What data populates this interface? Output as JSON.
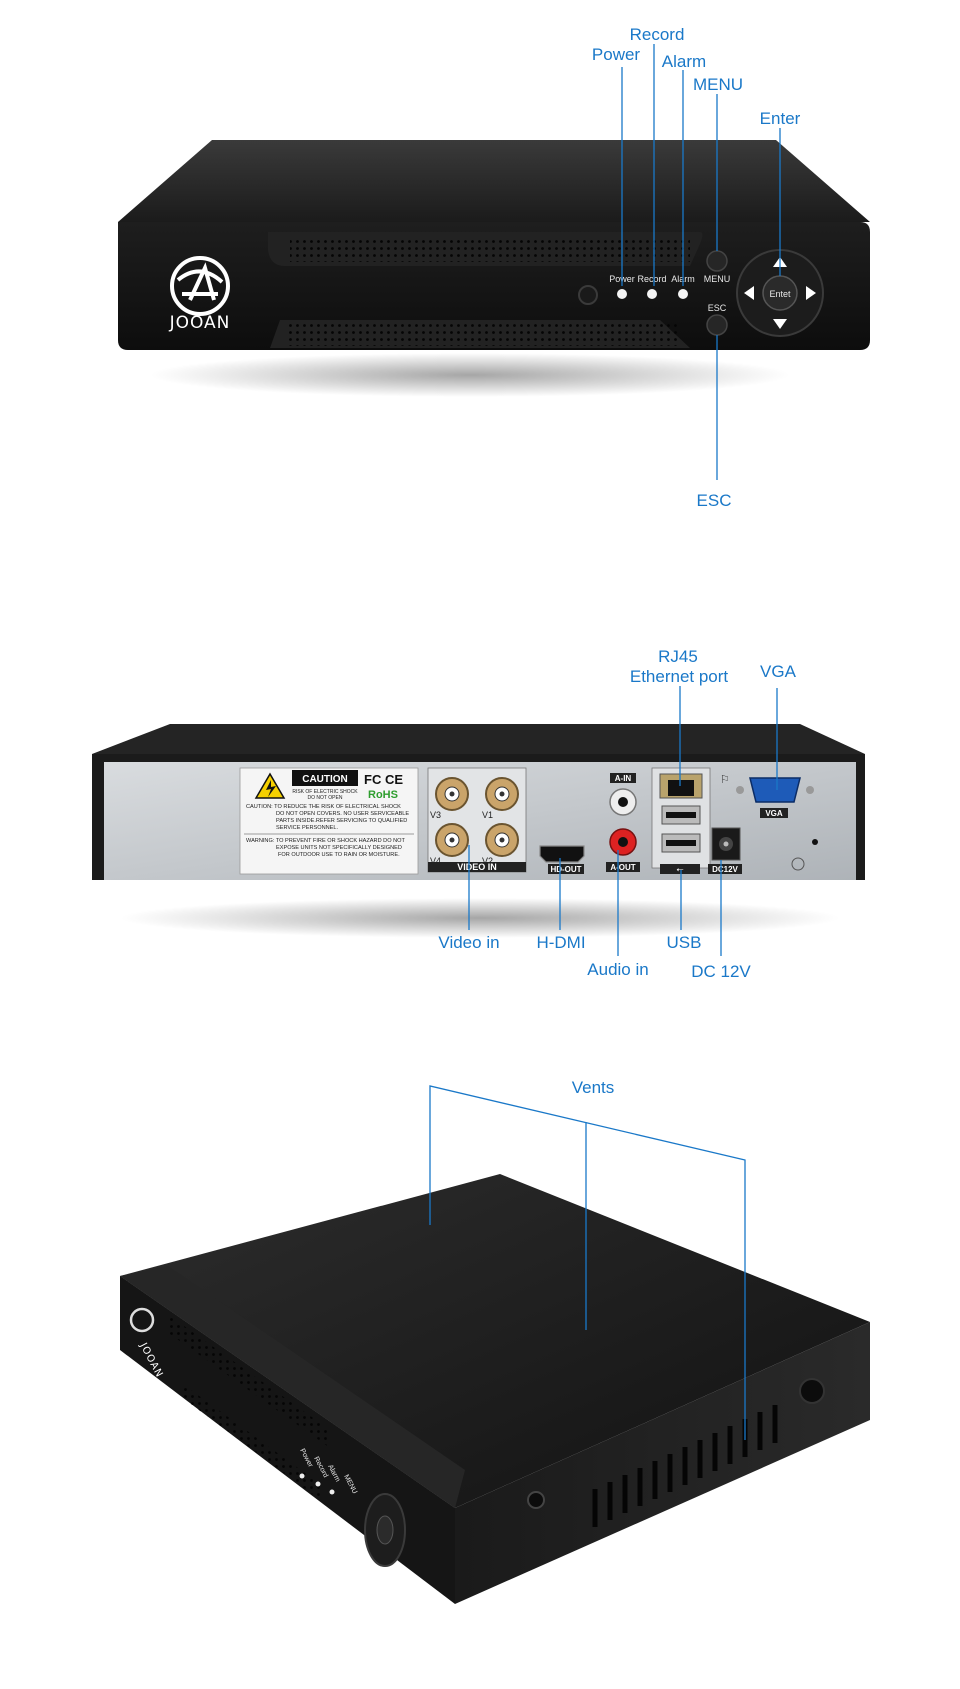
{
  "brand": {
    "logo_text": "JOOAN"
  },
  "front_view": {
    "panel_labels": {
      "power": "Power",
      "record": "Record",
      "alarm": "Alarm",
      "menu": "MENU",
      "esc": "ESC",
      "enter": "Entet"
    },
    "callouts": {
      "record": "Record",
      "power": "Power",
      "alarm": "Alarm",
      "menu": "MENU",
      "enter": "Enter",
      "esc": "ESC"
    }
  },
  "rear_view": {
    "caution_label": {
      "heading": "CAUTION",
      "sub1": "RISK OF ELECTRIC SHOCK",
      "sub2": "DO NOT OPEN",
      "fcc": "FC",
      "ce": "CE",
      "rohs": "RoHS",
      "line1": "CAUTION: TO REDUCE THE RISK OF ELECTRICAL SHOCK",
      "line2": "DO NOT OPEN COVERS. NO USER SERVICEABLE",
      "line3": "PARTS INSIDE.REFER SERVICING TO QUALIFIED",
      "line4": "SERVICE PERSONNEL.",
      "line5": "WARNING: TO PREVENT FIRE OR SHOCK HAZARD DO NOT",
      "line6": "EXPOSE UNITS NOT SPECIFICALLY DESIGNED",
      "line7": "FOR OUTDOOR USE TO RAIN OR MOISTURE."
    },
    "port_labels": {
      "v3": "V3",
      "v1": "V1",
      "v4": "V4",
      "v2": "V2",
      "video_in": "VIDEO IN",
      "hd_out": "HD-OUT",
      "a_in": "A-IN",
      "a_out": "A-OUT",
      "vga": "VGA",
      "dc12v": "DC12V"
    },
    "callouts": {
      "rj45": "RJ45",
      "ethernet": "Ethernet port",
      "vga": "VGA",
      "video_in": "Video in",
      "hdmi": "H-DMI",
      "usb": "USB",
      "audio_in": "Audio in",
      "dc12v": "DC 12V"
    }
  },
  "side_view": {
    "callouts": {
      "vents": "Vents"
    },
    "panel_labels": {
      "power": "Power",
      "record": "Record",
      "alarm": "Alarm",
      "menu": "MENU",
      "logo": "JOOAN"
    }
  },
  "colors": {
    "callout_blue": "#1a78c8",
    "chassis_black": "#141414",
    "rear_panel_grey": "#c8ccd0"
  }
}
